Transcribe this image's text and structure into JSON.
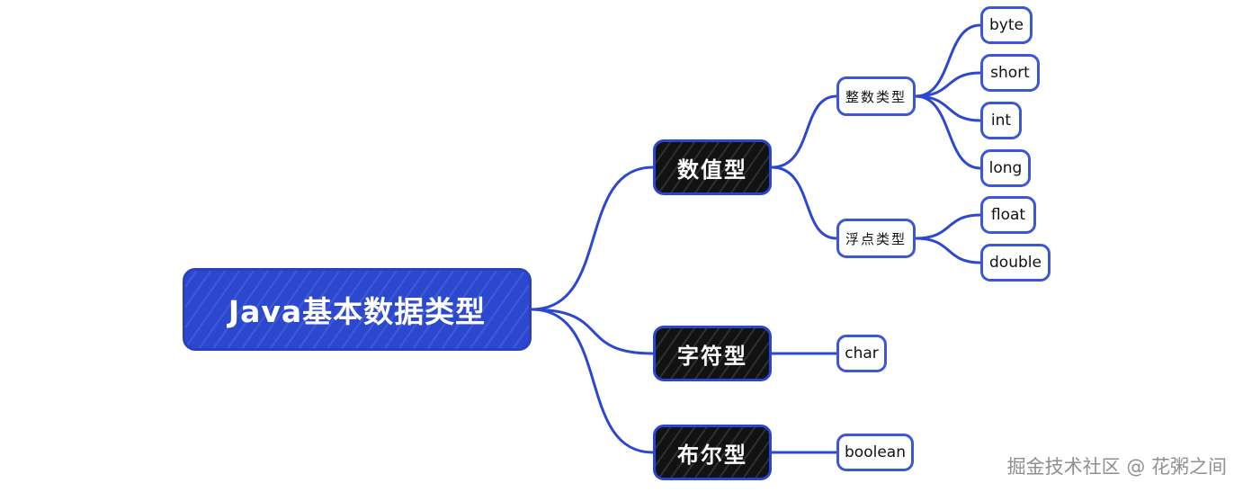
{
  "mindmap": {
    "root": "Java基本数据类型",
    "categories": [
      {
        "label": "数值型",
        "groups": [
          {
            "label": "整数类型",
            "leaves": [
              "byte",
              "short",
              "int",
              "long"
            ]
          },
          {
            "label": "浮点类型",
            "leaves": [
              "float",
              "double"
            ]
          }
        ]
      },
      {
        "label": "字符型",
        "leaves": [
          "char"
        ]
      },
      {
        "label": "布尔型",
        "leaves": [
          "boolean"
        ]
      }
    ]
  },
  "watermark": "掘金技术社区 @ 花粥之间",
  "colors": {
    "root_fill": "#2b48cf",
    "category_fill": "#121212",
    "link": "#2d47cf",
    "node_border": "#3b57d8",
    "watermark": "#8f8f8f"
  }
}
